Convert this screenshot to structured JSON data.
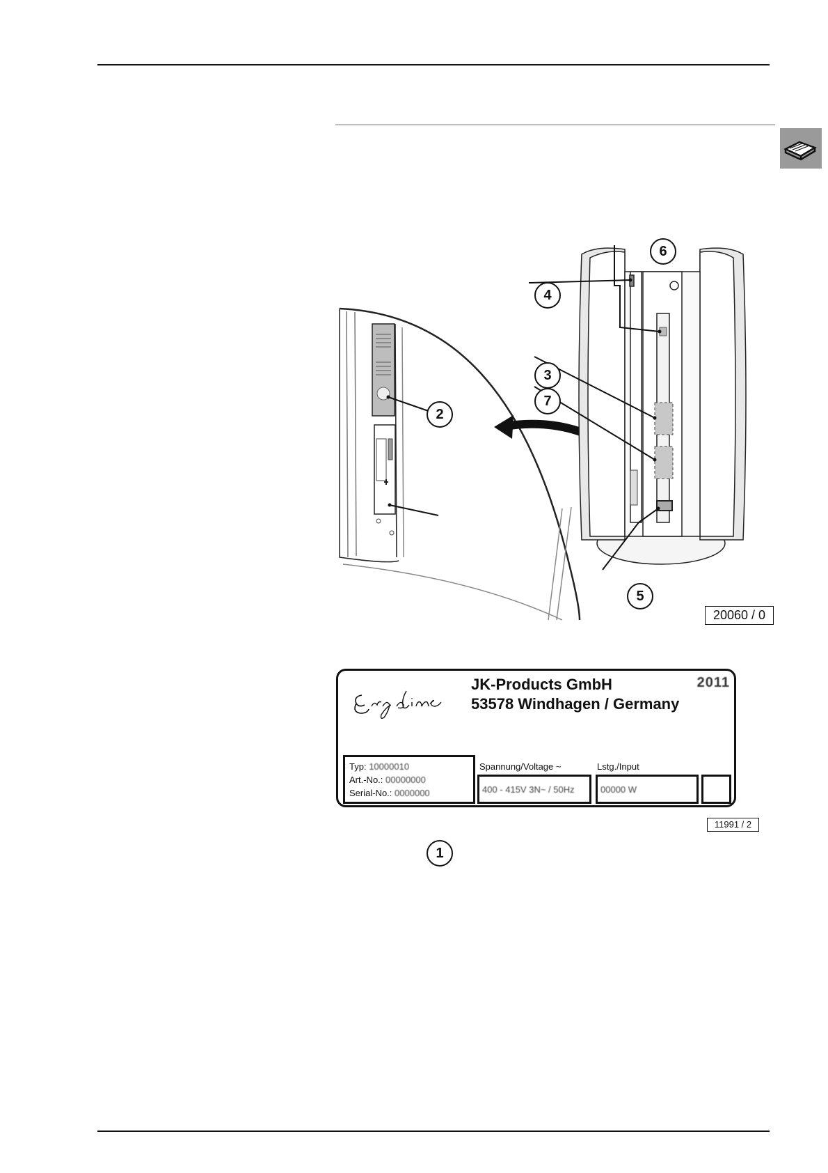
{
  "figure": {
    "callouts": [
      "1",
      "2",
      "3",
      "4",
      "5",
      "6",
      "7"
    ],
    "ref_number": "20060 / 0"
  },
  "plate": {
    "logo": "Ergoline",
    "company_line1": "JK-Products GmbH",
    "company_line2": "53578 Windhagen / Germany",
    "year": "2011",
    "typ_label": "Typ:",
    "typ_value": "10000010",
    "art_label": "Art.-No.:",
    "art_value": "00000000",
    "serial_label": "Serial-No.:",
    "serial_value": "0000000",
    "voltage_label": "Spannung/Voltage  ~",
    "voltage_value": "400 - 415V  3N~ / 50Hz",
    "input_label": "Lstg./Input",
    "input_value": "00000 W",
    "ref_number": "11991 / 2"
  },
  "side_tab": {
    "icon": "open-book-icon"
  }
}
